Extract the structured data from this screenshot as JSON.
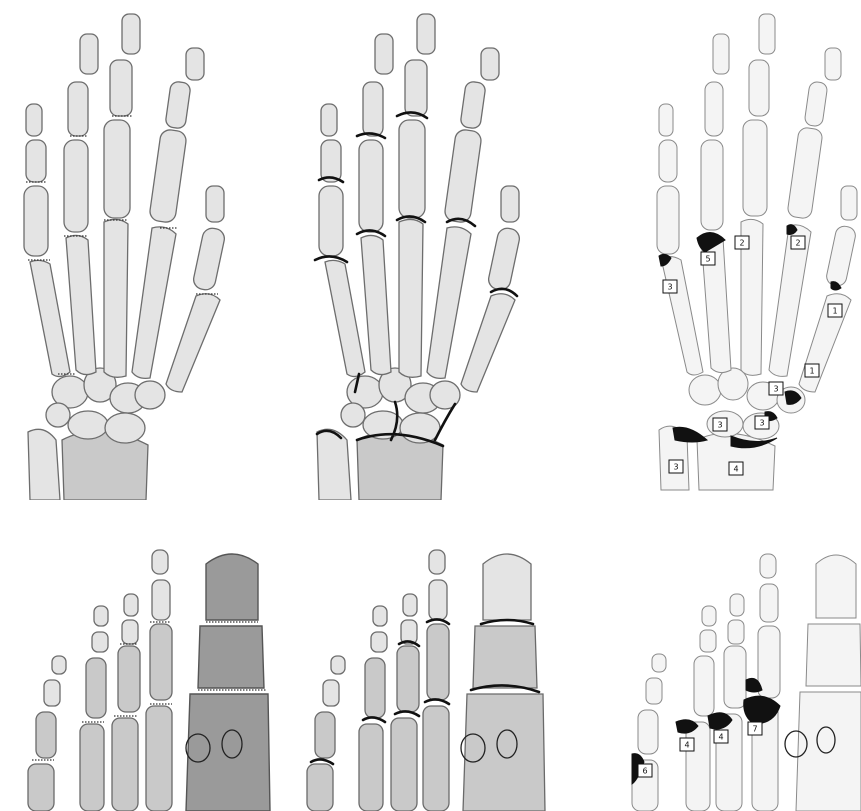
{
  "panels": {
    "hand_plain": {},
    "hand_outlined": {},
    "hand_labeled": {
      "labels": [
        "1",
        "1",
        "2",
        "2",
        "3",
        "3",
        "3",
        "3",
        "3",
        "4",
        "5"
      ]
    },
    "foot_plain": {},
    "foot_outlined": {},
    "foot_labeled": {
      "labels": [
        "4",
        "4",
        "6",
        "7"
      ]
    }
  }
}
